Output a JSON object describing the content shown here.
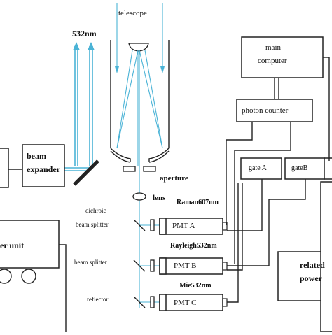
{
  "labels": {
    "wavelength": "532nm",
    "telescope": "telescope",
    "beam_expander_line1": "beam",
    "beam_expander_line2": "expander",
    "aperture": "aperture",
    "lens": "lens",
    "main_computer_line1": "main",
    "main_computer_line2": "computer",
    "photon_counter": "photon counter",
    "gate_a": "gate A",
    "gate_b": "gateB",
    "raman": "Raman607nm",
    "dichroic_line1": "dichroic",
    "dichroic_line2": "beam splitter",
    "pmt_a": "PMT A",
    "rayleigh": "Rayleigh532nm",
    "beam_splitter": "beam splitter",
    "pmt_b": "PMT B",
    "mie": "Mie532nm",
    "reflector": "reflector",
    "pmt_c": "PMT C",
    "power_unit": "er unit",
    "related_power_line1": "related",
    "related_power_line2": "power"
  },
  "colors": {
    "beam": "#4ab3d6",
    "line": "#222222",
    "mirror": "#222222"
  }
}
